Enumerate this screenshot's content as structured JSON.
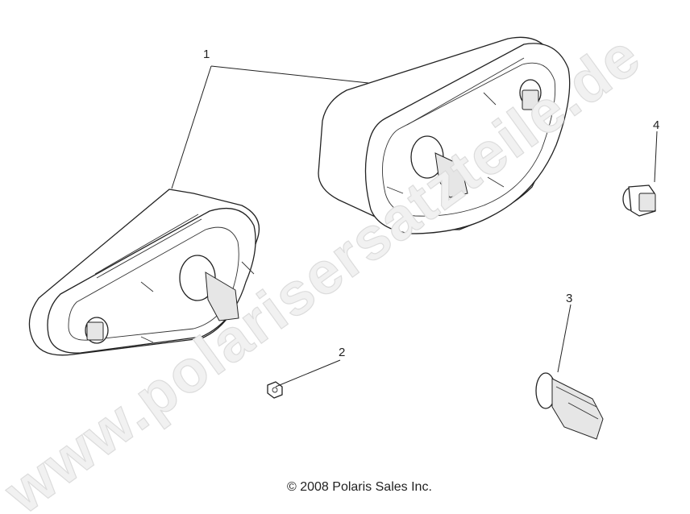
{
  "diagram": {
    "callouts": [
      {
        "label": "1",
        "part": "tail-light-assembly"
      },
      {
        "label": "2",
        "part": "nut"
      },
      {
        "label": "3",
        "part": "bulb-socket-large"
      },
      {
        "label": "4",
        "part": "bulb-socket-small"
      }
    ],
    "watermark": "www.polarisersatzteile.de",
    "copyright": "© 2008 Polaris Sales Inc."
  }
}
